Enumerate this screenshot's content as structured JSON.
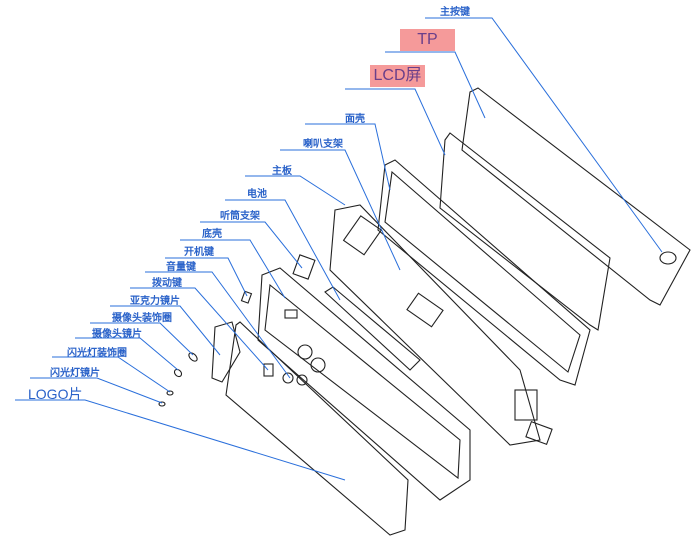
{
  "diagram": {
    "labels": {
      "main_key": "主按键",
      "tp": "TP",
      "lcd": "LCD屏",
      "front_shell": "面壳",
      "speaker_bracket": "喇叭支架",
      "mainboard": "主板",
      "battery": "电池",
      "receiver_bracket": "听筒支架",
      "bottom_shell": "底壳",
      "power_key": "开机键",
      "volume_key": "音量键",
      "toggle_key": "拨动键",
      "acrylic_lens": "亚克力镜片",
      "camera_trim": "摄像头装饰圈",
      "camera_lens": "摄像头镜片",
      "flash_trim": "闪光灯装饰圈",
      "flash_lens": "闪光灯镜片",
      "logo": "LOGO片"
    },
    "colors": {
      "leader": "#2a6fdb",
      "highlight": "#f59a9a",
      "outline": "#222222"
    }
  }
}
